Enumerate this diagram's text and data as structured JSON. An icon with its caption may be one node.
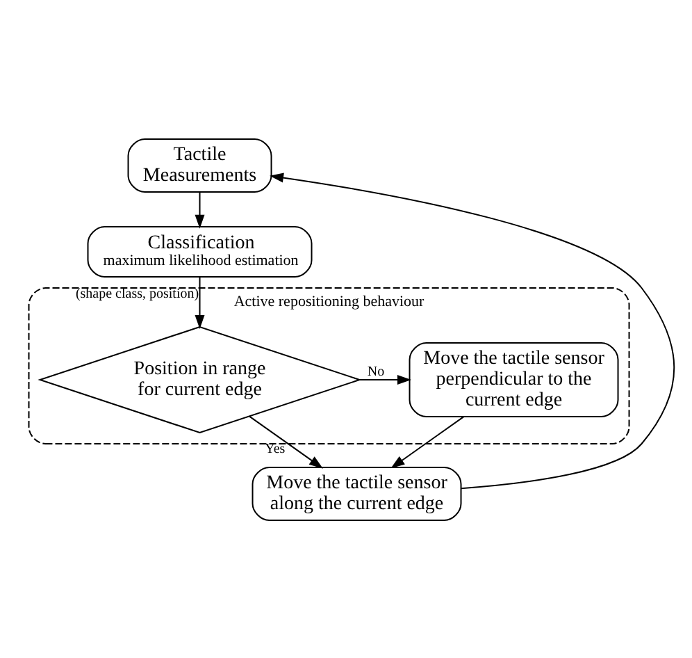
{
  "diagram": {
    "nodes": [
      {
        "text": [
          "Tactile Measurements"
        ]
      },
      {
        "text": [
          "Classification",
          "maximum likelihood estimation"
        ]
      },
      {
        "text": [
          "Active repositioning behaviour"
        ]
      },
      {
        "text": [
          "Position in range for current edge"
        ],
        "in": 2
      },
      {
        "text": [
          "Move the tactile sensor perpendicular to the current edge"
        ],
        "in": 2
      },
      {
        "text": [
          "Move the tactile sensor along the current edge"
        ]
      }
    ],
    "edges": [
      {
        "from": 0,
        "to": 1,
        "arrow": "to"
      },
      {
        "from": 1,
        "to": 3,
        "arrow": "to",
        "label": "(shape class, position)"
      },
      {
        "from": 3,
        "to": 4,
        "arrow": "to",
        "label": "No"
      },
      {
        "from": 3,
        "to": 5,
        "arrow": "to",
        "label": "Yes"
      },
      {
        "from": 4,
        "to": 5,
        "arrow": "to"
      },
      {
        "from": 5,
        "to": 0,
        "arrow": "to"
      }
    ]
  }
}
